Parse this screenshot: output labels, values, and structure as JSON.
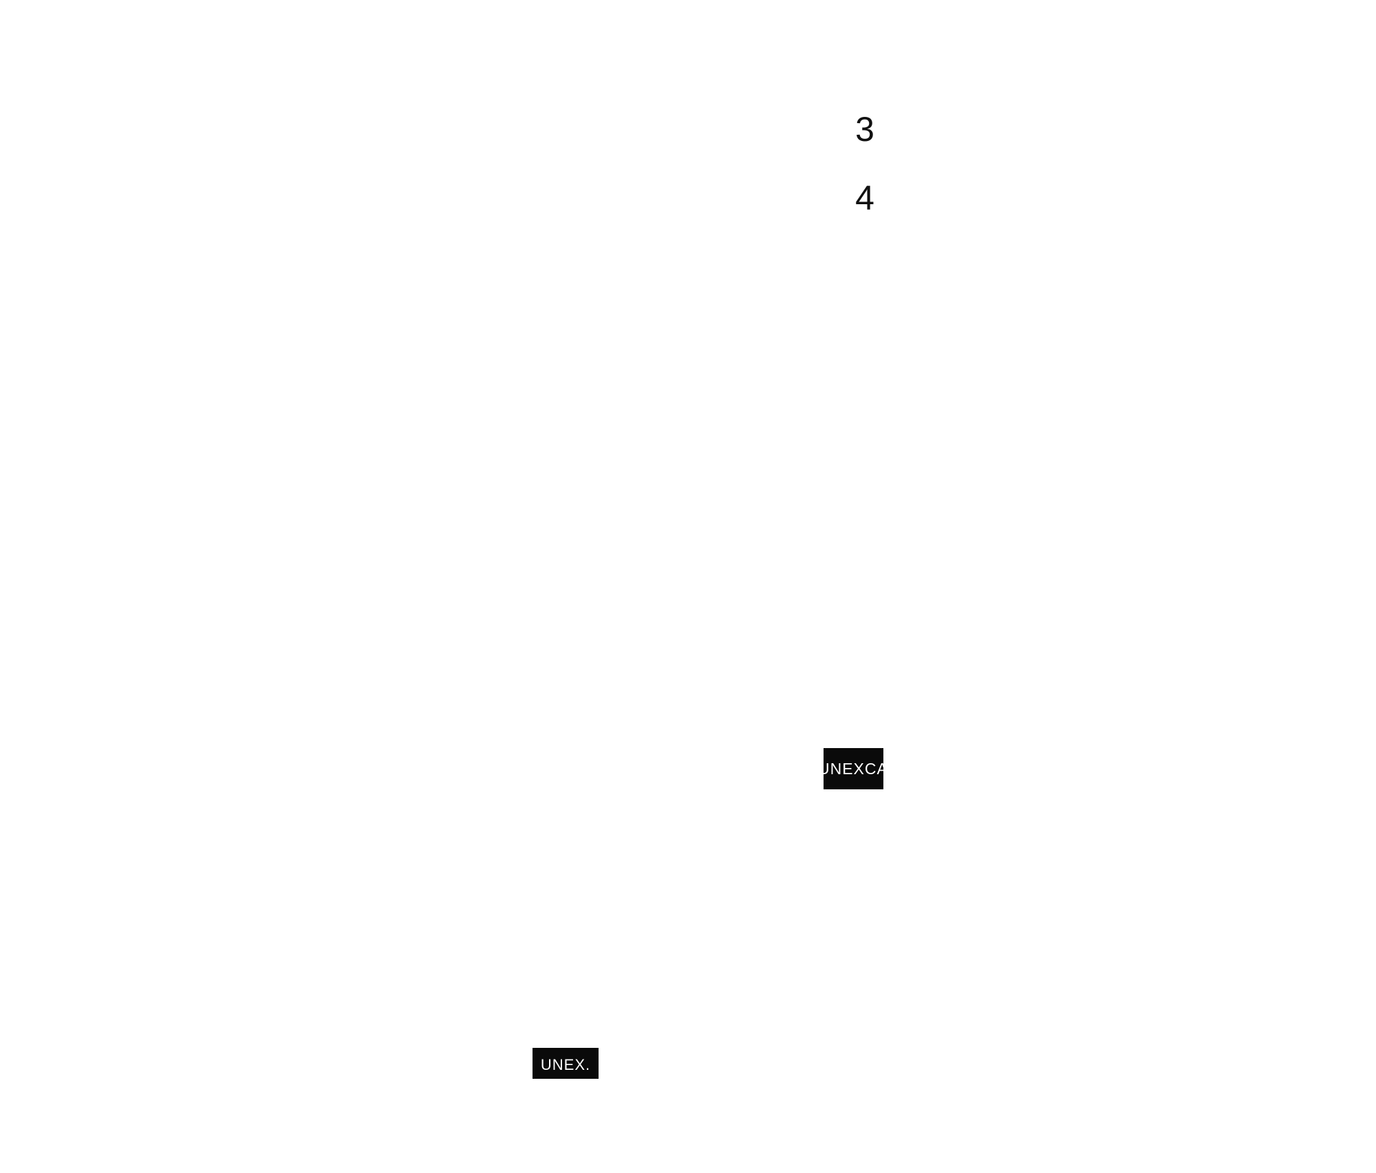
{
  "labels": {
    "number_3": "3",
    "number_4": "4"
  },
  "tags": {
    "unexcavated": "UNEXCAVATED",
    "unex": "UNEX."
  },
  "colors": {
    "background": "#ffffff",
    "tag_fill": "#0a0a0a",
    "tag_text": "#ffffff",
    "label_text": "#111111"
  }
}
